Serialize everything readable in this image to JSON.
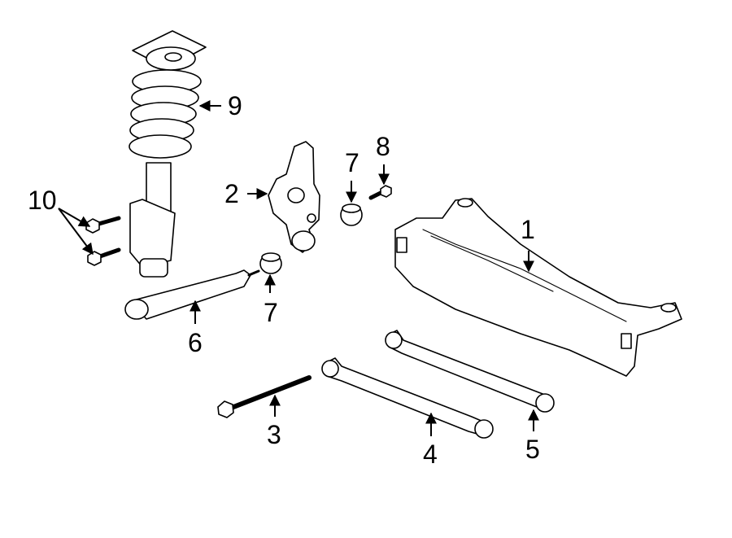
{
  "diagram": {
    "callouts": {
      "c1": "1",
      "c2": "2",
      "c3": "3",
      "c4": "4",
      "c5": "5",
      "c6": "6",
      "c7a": "7",
      "c7b": "7",
      "c8": "8",
      "c9": "9",
      "c10": "10"
    }
  }
}
